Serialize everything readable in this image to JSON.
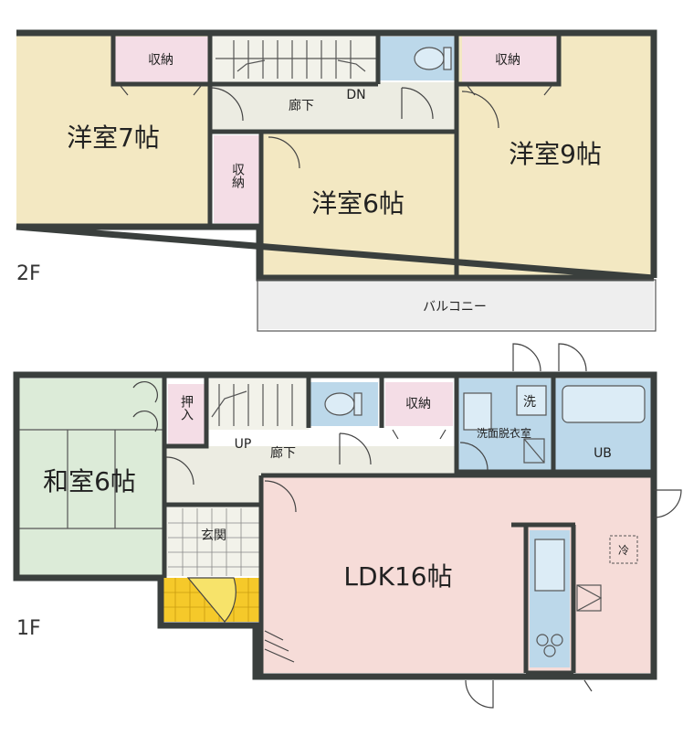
{
  "floor2": {
    "label": "2F",
    "rooms": {
      "western7": "洋室7帖",
      "western6": "洋室6帖",
      "western9": "洋室9帖",
      "storage_left": "収納",
      "storage_right": "収納",
      "storage_side": "収納",
      "hallway": "廊下",
      "stairs_dir": "DN",
      "balcony": "バルコニー"
    }
  },
  "floor1": {
    "label": "1F",
    "rooms": {
      "japanese6": "和室6帖",
      "closet": "押入",
      "storage": "収納",
      "hallway": "廊下",
      "stairs_dir": "UP",
      "washroom": "洗面脱衣室",
      "wash_mark": "洗",
      "bath": "UB",
      "entrance": "玄関",
      "ldk": "LDK16帖",
      "fridge": "冷"
    }
  },
  "colors": {
    "western": "#f3e8c2",
    "japanese": "#dcebd8",
    "ldk": "#f6dcd8",
    "storage": "#f4dde6",
    "water": "#bcd8ea",
    "hall": "#ecece2",
    "entrance_tile": "#f5c92a"
  }
}
